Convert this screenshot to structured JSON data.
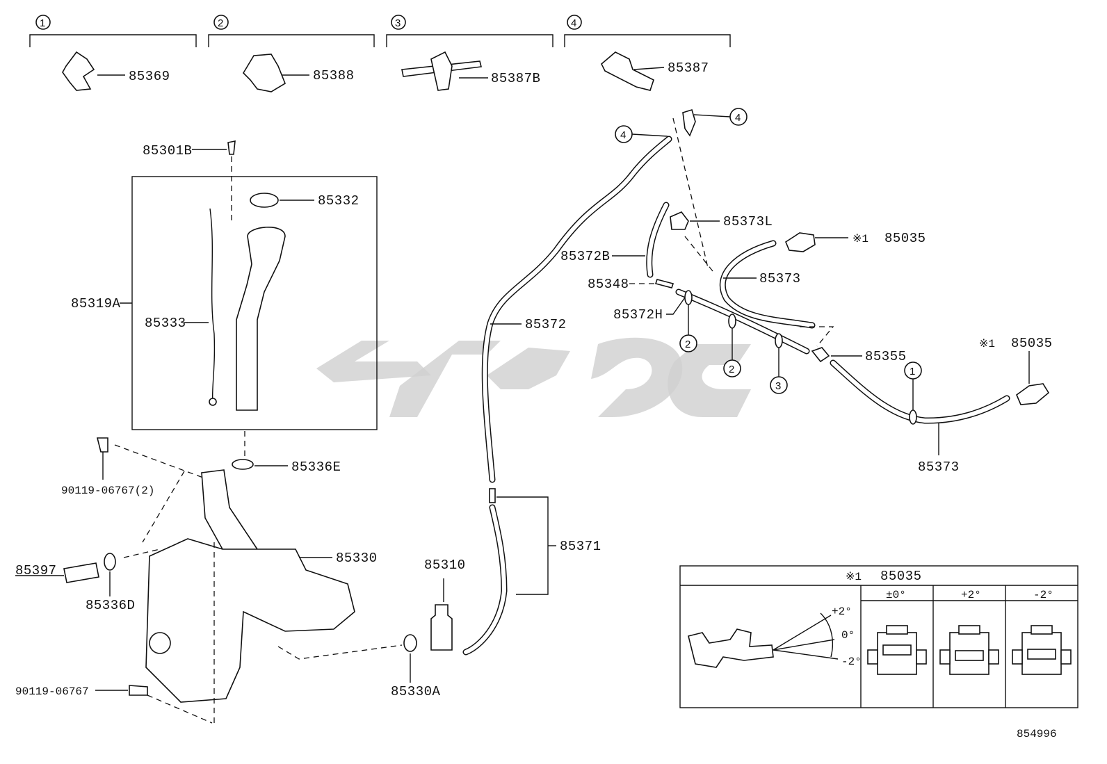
{
  "brackets": [
    {
      "num": "1",
      "part": "85369"
    },
    {
      "num": "2",
      "part": "85388"
    },
    {
      "num": "3",
      "part": "85387B"
    },
    {
      "num": "4",
      "part": "85387"
    }
  ],
  "labels": {
    "p85301B": "85301B",
    "p85332": "85332",
    "p85319A": "85319A",
    "p85333": "85333",
    "p85336E": "85336E",
    "p90119_2": "90119-06767(2)",
    "p85330": "85330",
    "p85397": "85397",
    "p85336D": "85336D",
    "p90119": "90119-06767",
    "p85330A": "85330A",
    "p85310": "85310",
    "p85371": "85371",
    "p85372": "85372",
    "p85372B": "85372B",
    "p85373L": "85373L",
    "p85348": "85348",
    "p85372H": "85372H",
    "p85373a": "85373",
    "p85373b": "85373",
    "p85035a": "85035",
    "p85035b": "85035",
    "p85355": "85355",
    "mark1": "※1",
    "mark2": "※1"
  },
  "circle_refs": {
    "c4a": "4",
    "c4b": "4",
    "c2a": "2",
    "c2b": "2",
    "c3": "3",
    "c1": "1"
  },
  "inset": {
    "title_mark": "※1",
    "title_part": "85035",
    "angle_plus": "+2°",
    "angle_zero": "0°",
    "angle_minus": "-2°",
    "columns": [
      "±0°",
      "+2°",
      "-2°"
    ]
  },
  "diagram_id": "854996"
}
